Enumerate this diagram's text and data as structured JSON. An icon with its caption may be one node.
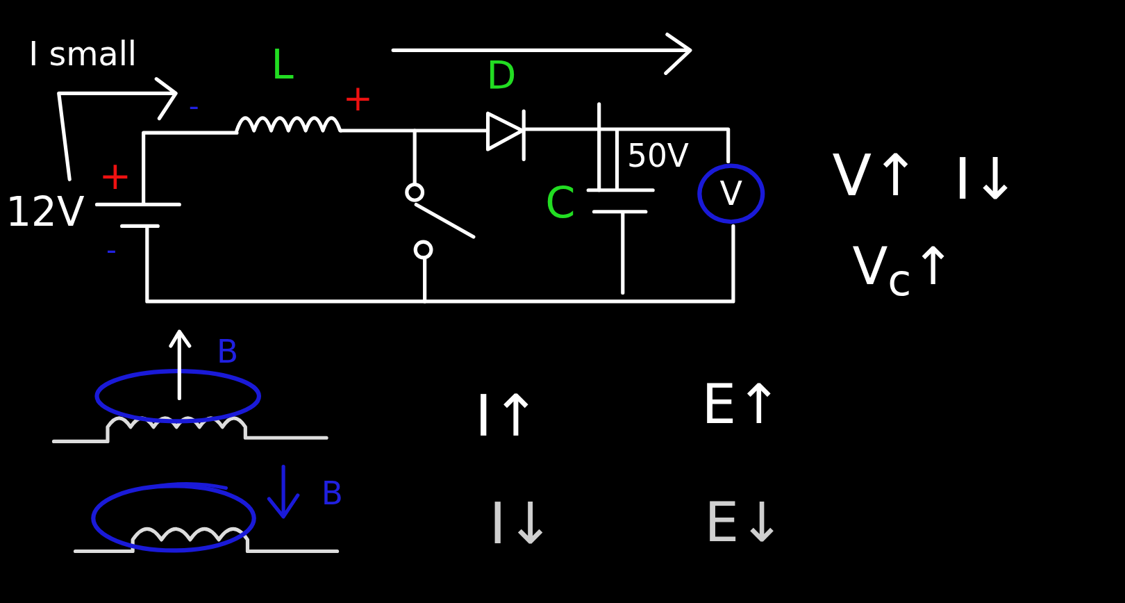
{
  "diagram": {
    "nodes": [
      {
        "text": [
          "V"
        ]
      }
    ],
    "labels": [
      "I small",
      "L",
      "D",
      "-",
      "+",
      "+",
      "12V",
      "50V",
      "C",
      "V↑",
      "I↓",
      "-",
      "V$_{c}$↑",
      "B",
      "I↑",
      "E↑",
      "B",
      "I↓",
      "E↓"
    ]
  }
}
